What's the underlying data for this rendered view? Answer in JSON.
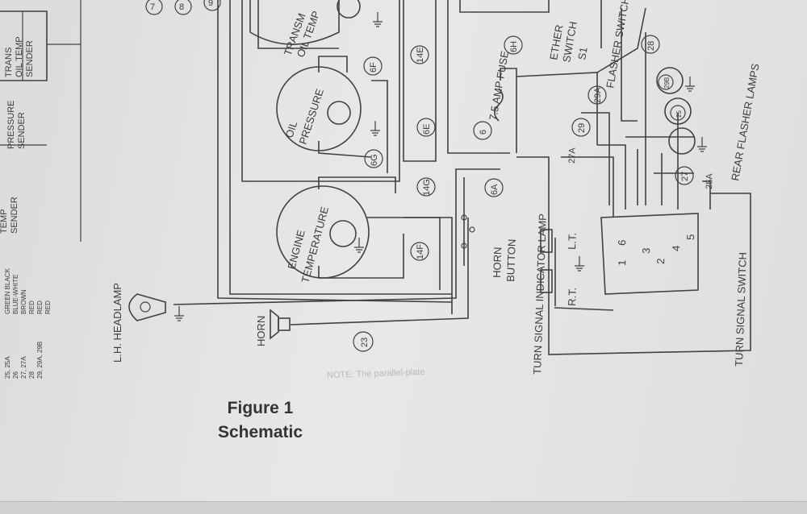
{
  "figure": {
    "number": "Figure 1",
    "caption": "Schematic"
  },
  "legend": {
    "numbers": [
      "25, 25A",
      "26",
      "27, 27A",
      "28",
      "29, 29A, 29B"
    ],
    "colors": [
      "GREEN BLACK",
      "BLUE-WHITE",
      "BROWN",
      "RED",
      "RED",
      "RED"
    ]
  },
  "components": {
    "temp_sender": "SENDER",
    "temp_sender_top": "TEMP",
    "pressure_sender_1": "PRESSURE",
    "pressure_sender_2": "SENDER",
    "trans_sender_1": "TRANS",
    "trans_sender_2": "OIL TEMP",
    "trans_sender_3": "SENDER",
    "trans_gauge_1": "TRANSM",
    "trans_gauge_2": "OIL TEMP",
    "oil_gauge_1": "OIL",
    "oil_gauge_2": "PRESSURE",
    "engine_gauge_1": "ENGINE",
    "engine_gauge_2": "TEMPERATURE",
    "headlamp": "L.H. HEADLAMP",
    "horn": "HORN",
    "horn_button_1": "HORN",
    "horn_button_2": "BUTTON",
    "indicator_lamp": "TURN SIGNAL INDICATOR LAMP",
    "rt": "R.T.",
    "lt": "L.T.",
    "fuse": "7.5 AMP FUSE",
    "ether_1": "ETHER",
    "ether_2": "SWITCH",
    "s1": "S1",
    "flasher_switch": "FLASHER SWITCH",
    "rear_flasher": "REAR FLASHER LAMPS",
    "turn_switch": "TURN SIGNAL SWITCH"
  },
  "wire_tags": {
    "t7": "7",
    "t8": "8",
    "t9": "9",
    "t6F": "6F",
    "t14E": "14E",
    "t6H": "6H",
    "t6E": "6E",
    "t6G": "6G",
    "t6": "6",
    "t6A": "6A",
    "t14G": "14G",
    "t14F": "14F",
    "t23": "23",
    "t27A": "27A",
    "t29A": "29A",
    "t29": "29",
    "t29B": "29B",
    "t25": "25",
    "t27": "27",
    "t25A": "25A",
    "t28": "28"
  },
  "switch_terminals": [
    "1",
    "6",
    "3",
    "2",
    "4",
    "5"
  ],
  "bg_notes": {
    "note": "NOTE: The parallel-plate"
  }
}
